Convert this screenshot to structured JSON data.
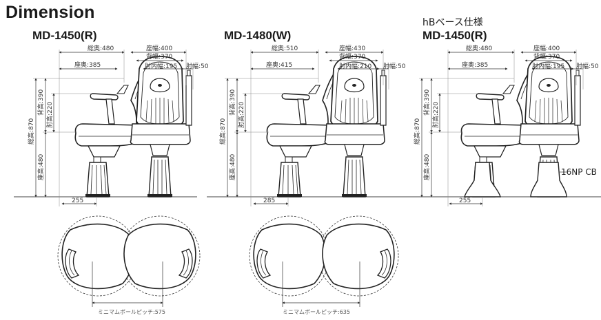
{
  "title": "Dimension",
  "variant_note": "hBベース仕様",
  "models": [
    {
      "name": "MD-1450(R)",
      "dims": {
        "depth_total": "総奥:480",
        "seat_width": "座幅:400",
        "back_width": "背幅:370",
        "arm_inner": "肘内幅:195",
        "arm_width": "肘幅:50",
        "seat_depth": "座奥:385",
        "back_height": "背高:390",
        "arm_height": "肘高:220",
        "total_height": "総高:870",
        "seat_height": "座高:480",
        "base_offset": "255"
      },
      "pitch": "ミニマムボールピッチ:575"
    },
    {
      "name": "MD-1480(W)",
      "dims": {
        "depth_total": "総奥:510",
        "seat_width": "座幅:430",
        "back_width": "背幅:370",
        "arm_inner": "肘内幅:210",
        "arm_width": "肘幅:50",
        "seat_depth": "座奥:415",
        "back_height": "背高:390",
        "arm_height": "肘高:220",
        "total_height": "総高:870",
        "seat_height": "座高:480",
        "base_offset": "285"
      },
      "pitch": "ミニマムボールピッチ:635"
    },
    {
      "name": "MD-1450(R)",
      "dims": {
        "depth_total": "総奥:480",
        "seat_width": "座幅:400",
        "back_width": "背幅:370",
        "arm_inner": "肘内幅:195",
        "arm_width": "肘幅:50",
        "seat_depth": "座奥:385",
        "back_height": "背高:390",
        "arm_height": "肘高:220",
        "total_height": "総高:870",
        "seat_height": "座高:480",
        "base_offset": "255"
      },
      "base_label": "16NP CB"
    }
  ]
}
